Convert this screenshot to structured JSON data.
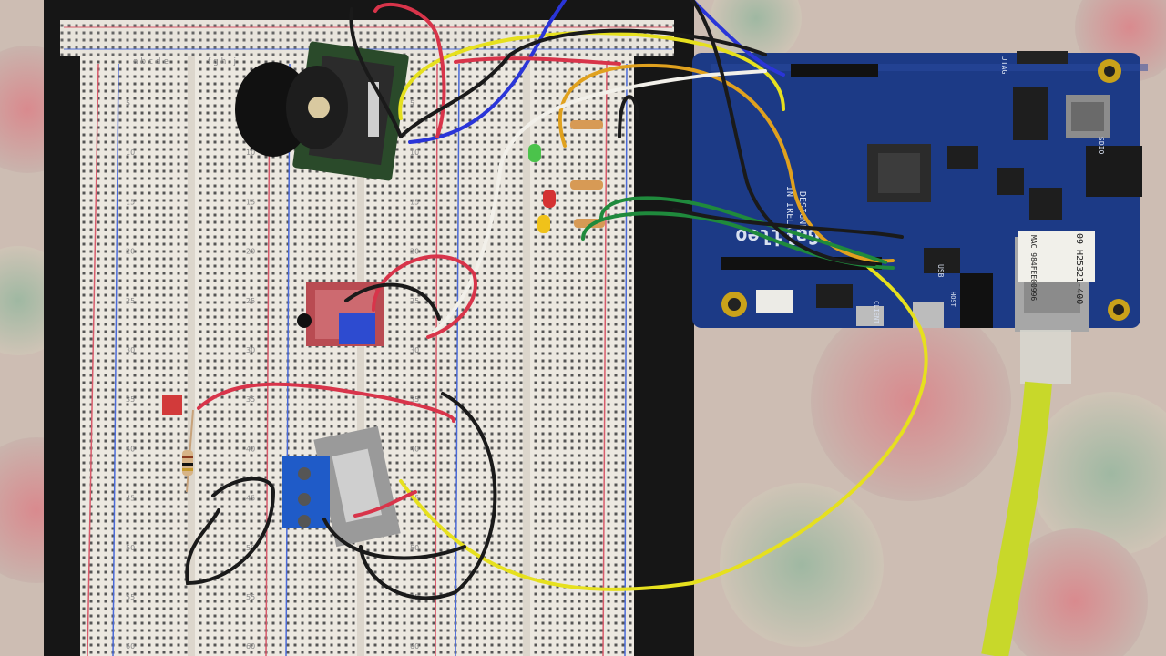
{
  "scene": {
    "description_kind": "photo",
    "subject": "breadboard prototype wired to Intel Galileo board"
  },
  "breadboard": {
    "column_letters_left": "a b c d e",
    "column_letters_right": "f g h i j",
    "row_numbers": [
      "5",
      "10",
      "15",
      "20",
      "25",
      "30",
      "35",
      "40",
      "45",
      "50",
      "55",
      "60"
    ]
  },
  "board": {
    "logo_text": "Galileo",
    "designed_line1": "DESIGNED",
    "designed_line2": "IN IRELAND",
    "label_mac": "MAC 984FEE00996",
    "label_id": "09 H25321-400",
    "silk_jtag": "JTAG",
    "silk_sdio": "SDIO",
    "silk_usb": "USB",
    "silk_client": "CLIENT",
    "silk_host": "HOST"
  },
  "colors": {
    "cloth": "#c9b4ad",
    "breadboard": "#ece8e0",
    "board_pcb": "#1c3a86",
    "wire_red": "#d8344a",
    "wire_black": "#1a1a1a",
    "wire_yellow": "#e6e01e",
    "wire_blue": "#2a35d8",
    "wire_green": "#1f8a3c",
    "wire_white": "#f2f0ea",
    "wire_orange": "#e0a11e",
    "ethernet_cable": "#c8d82a"
  }
}
